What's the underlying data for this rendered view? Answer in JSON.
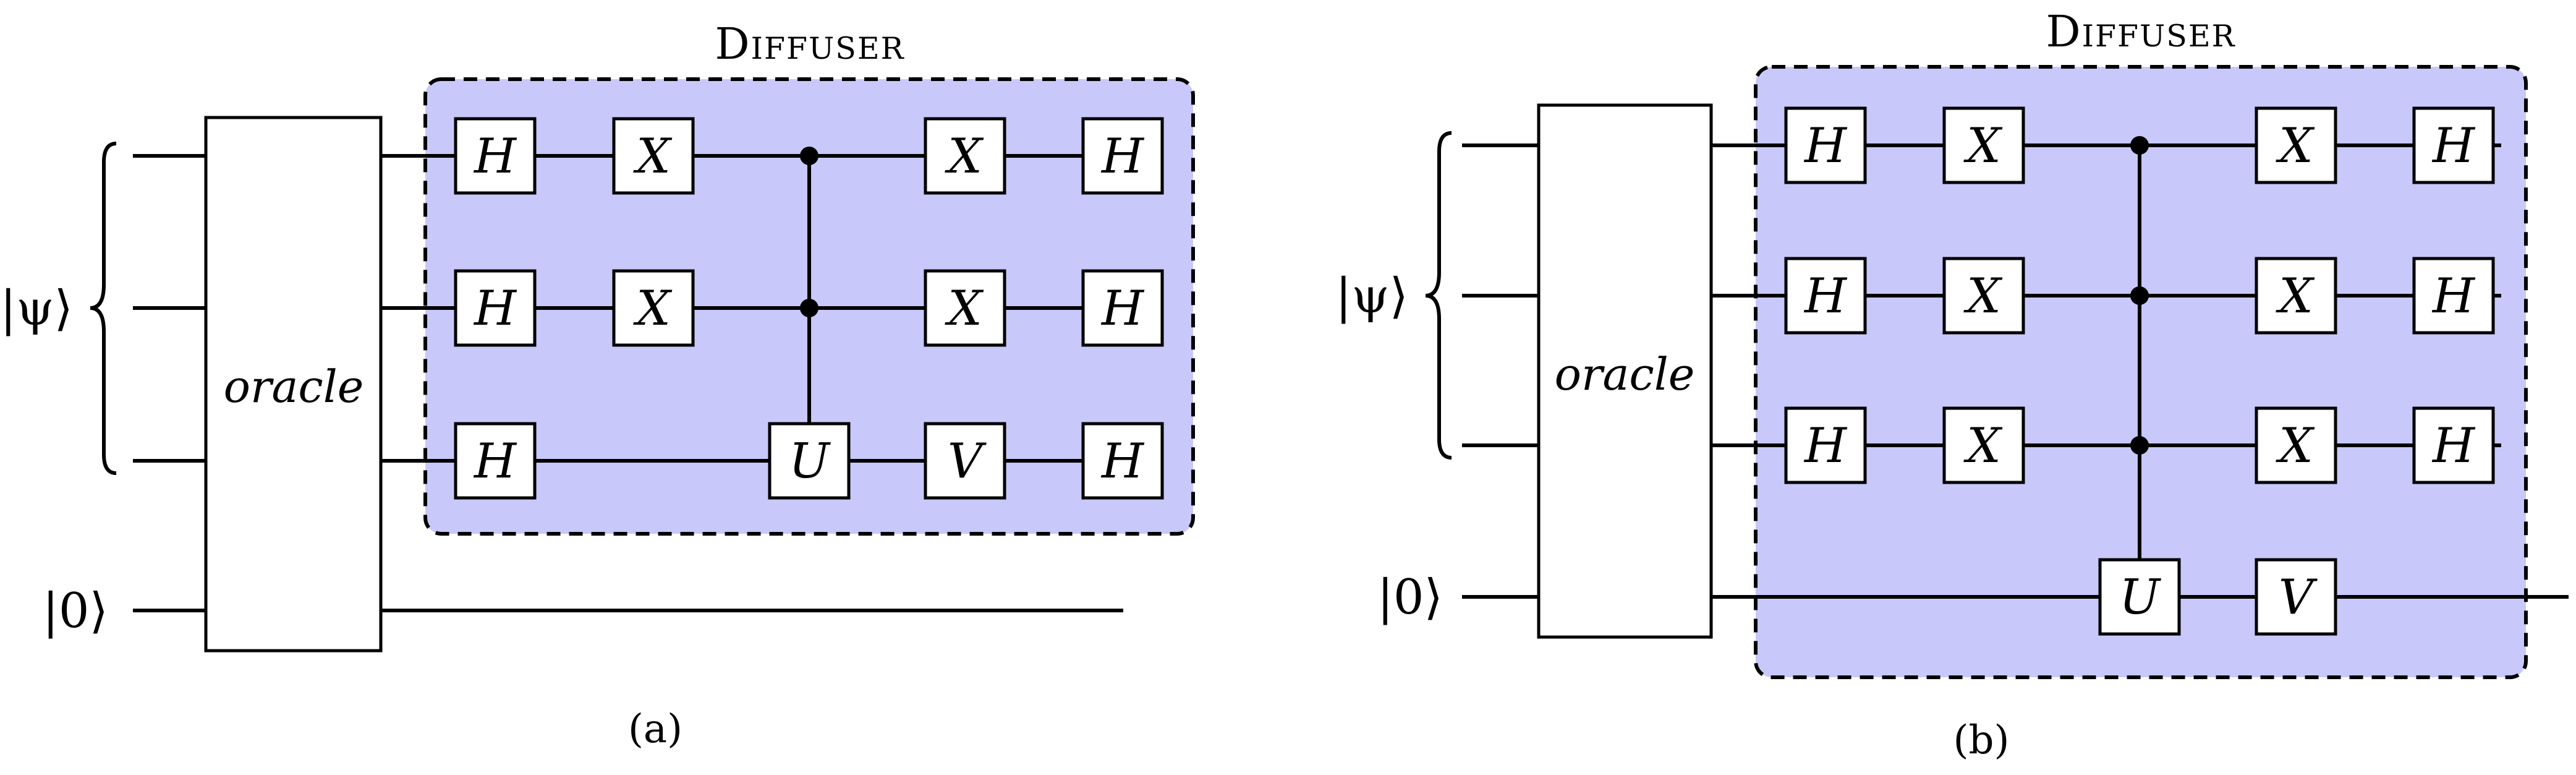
{
  "diagram_a": {
    "title": "Diffuser",
    "ket_psi": "|ψ⟩",
    "ket_zero": "|0⟩",
    "oracle": "oracle",
    "caption": "(a)",
    "gates": {
      "h1": "H",
      "x1": "X",
      "x2": "X",
      "h2": "H",
      "h3": "H",
      "x3": "X",
      "x4": "X",
      "h4": "H",
      "h5": "H",
      "u": "U",
      "v": "V",
      "h6": "H"
    }
  },
  "diagram_b": {
    "title": "Diffuser",
    "ket_psi": "|ψ⟩",
    "ket_zero": "|0⟩",
    "oracle": "oracle",
    "caption": "(b)",
    "gates": {
      "h1": "H",
      "x1": "X",
      "x2": "X",
      "h2": "H",
      "h3": "H",
      "x3": "X",
      "x4": "X",
      "h4": "H",
      "h5": "H",
      "x5": "X",
      "x6": "X",
      "h6": "H",
      "u": "U",
      "v": "V"
    }
  },
  "colors": {
    "diffuser_fill": "#c8c8fa",
    "stroke": "#000000"
  }
}
